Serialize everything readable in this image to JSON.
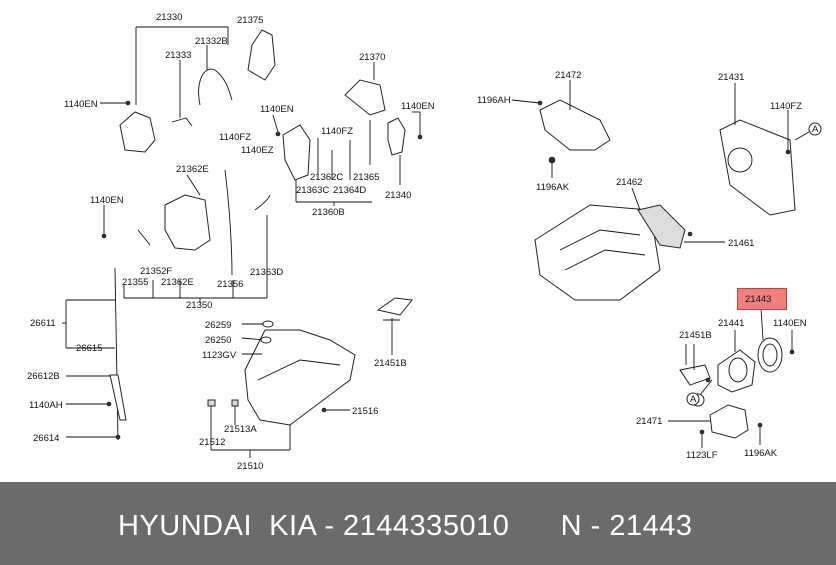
{
  "diagram": {
    "labels": {
      "p21330": "21330",
      "p21375": "21375",
      "p21332B": "21332B",
      "p21333": "21333",
      "p1140EN_a": "1140EN",
      "p1140EN_b": "1140EN",
      "p1140EN_c": "1140EN",
      "p1140EN_d": "1140EN",
      "p1140EN_e": "1140EN",
      "p1140FZ_a": "1140FZ",
      "p1140FZ_b": "1140FZ",
      "p1140FZ_c": "1140FZ",
      "p1140EZ": "1140EZ",
      "p21370": "21370",
      "p21362E_a": "21362E",
      "p21362E_b": "21362E",
      "p21362C": "21362C",
      "p21365": "21365",
      "p21363C": "21363C",
      "p21364D": "21364D",
      "p21340": "21340",
      "p21360B": "21360B",
      "p21352F": "21352F",
      "p21355": "21355",
      "p21356": "21356",
      "p21363D": "21363D",
      "p21350": "21350",
      "p26611": "26611",
      "p26615": "26615",
      "p26612B": "26612B",
      "p1140AH": "1140AH",
      "p26614": "26614",
      "p26259": "26259",
      "p26250": "26250",
      "p1123GV": "1123GV",
      "p21451B_a": "21451B",
      "p21451B_b": "21451B",
      "p21516": "21516",
      "p21512": "21512",
      "p21513A": "21513A",
      "p21510": "21510",
      "p21472": "21472",
      "p1196AH": "1196AH",
      "p1196AK_a": "1196AK",
      "p1196AK_b": "1196AK",
      "p21431": "21431",
      "p21462": "21462",
      "p21461": "21461",
      "p21443": "21443",
      "p21441": "21441",
      "p21471": "21471",
      "p1123LF": "1123LF",
      "ref_a1": "A",
      "ref_a2": "A"
    }
  },
  "highlight": {
    "label": "21443",
    "color": "#f08080"
  },
  "footer": {
    "text": "HYUNDAI  KIA - 2144335010      N - 21443"
  }
}
